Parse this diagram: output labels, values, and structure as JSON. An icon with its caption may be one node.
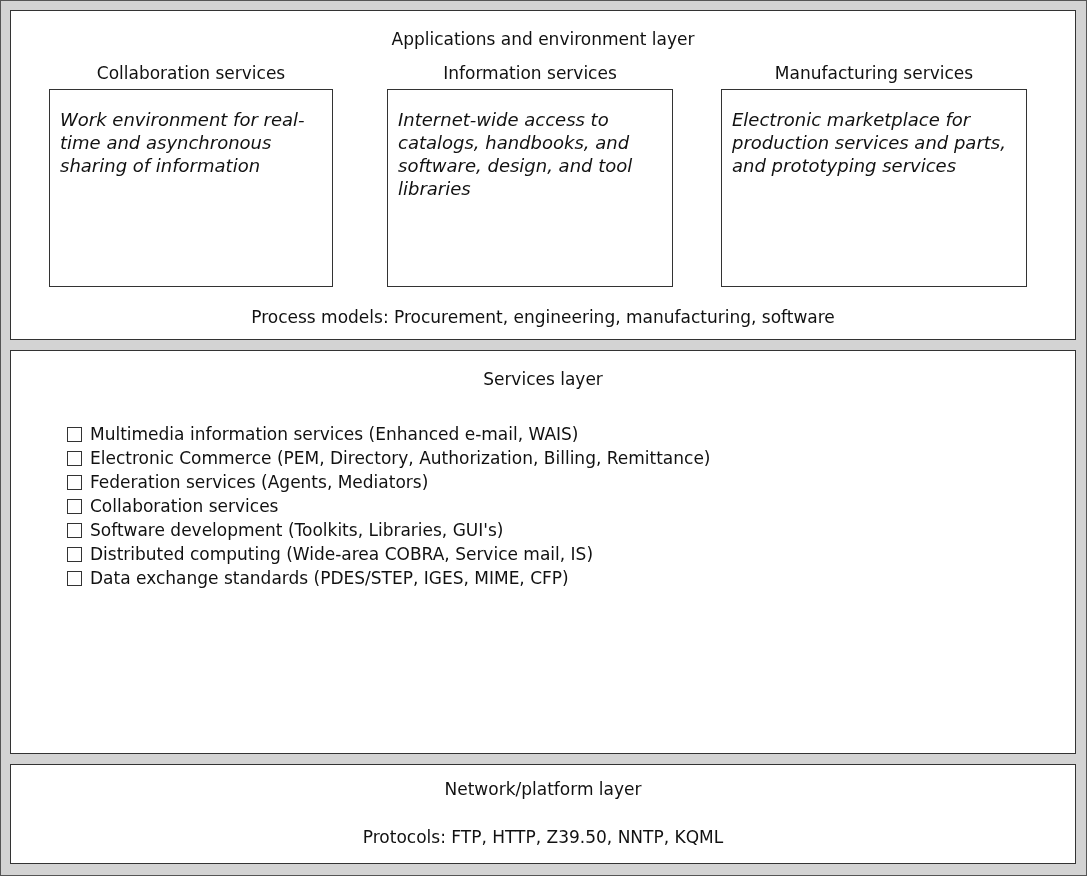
{
  "diagram": {
    "nodes": [
      {
        "text": [
          "Applications and environment layer",
          "Process models: Procurement, engineering, manufacturing, software"
        ]
      },
      {
        "text": [
          "Collaboration services",
          "Work environment for real-time and asynchronous sharing of information"
        ],
        "in": 0
      },
      {
        "text": [
          "Information services",
          "Internet-wide access to catalogs, handbooks, and software, design, and tool libraries"
        ],
        "in": 0
      },
      {
        "text": [
          "Manufacturing services",
          "Electronic marketplace for production services and parts, and prototyping services"
        ],
        "in": 0
      },
      {
        "text": [
          "Services layer",
          "Multimedia information services (Enhanced e-mail, WAIS)",
          "Electronic Commerce (PEM, Directory, Authorization, Billing, Remittance)",
          "Federation services (Agents, Mediators)",
          "Collaboration services",
          "Software development (Toolkits, Libraries, GUI's)",
          "Distributed computing (Wide-area COBRA, Service mail, IS)",
          "Data exchange standards (PDES/STEP, IGES, MIME, CFP)"
        ]
      },
      {
        "text": [
          "Network/platform layer",
          "Protocols: FTP, HTTP, Z39.50, NNTP, KQML"
        ]
      }
    ],
    "edges": []
  }
}
